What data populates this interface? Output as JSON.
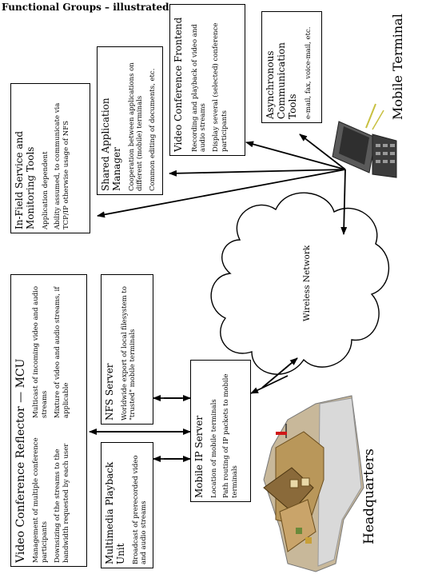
{
  "title": "Functional Groups – illustrated",
  "boxes": {
    "async": {
      "title": "Asynchronous Communication Tools",
      "desc": [
        "e-mail, fax, voice-mail, etc."
      ]
    },
    "vcf": {
      "title": "Video Conference Frontend",
      "desc": [
        "Recording and playback of video and audio streams",
        "Display several (selected) conference participants"
      ]
    },
    "sam": {
      "title": "Shared Application Manager",
      "desc": [
        "Cooperation between applications on different (mobile) terminals",
        "Common editing of documents, etc."
      ]
    },
    "infield": {
      "title": "In-Field Service and Monitoring Tools",
      "desc": [
        "Application dependent",
        "Ability assumed, to communicate via TCP/IP otherwise usage of NFS"
      ]
    },
    "mcu": {
      "title": "Video Conference Reflector — MCU",
      "col1": [
        "Management of multiple conference participants",
        "Downsizing of the streams to the bandwidth requested by each user"
      ],
      "col2": [
        "Multicast of incoming video and audio streams",
        "Mixture of video and audio streams, if applicable"
      ]
    },
    "nfs": {
      "title": "NFS Server",
      "desc": [
        "Worldwide export of local filesystem to \"trusted\" mobile terminals"
      ]
    },
    "mip": {
      "title": "Mobile IP Server",
      "desc": [
        "Location of mobile terminals",
        "Path routing of IP packets to mobile terminals"
      ]
    },
    "mpu": {
      "title": "Multimedia Playback Unit",
      "desc": [
        "Broadcast of prerecorded video and audio streams"
      ]
    }
  },
  "labels": {
    "mobile_terminal": "Mobile Terminal",
    "wireless_network": "Wireless Network",
    "headquarters": "Headquarters"
  },
  "icons": [
    "mobile-terminal-icon",
    "headquarters-building-icon",
    "wireless-network-cloud"
  ]
}
